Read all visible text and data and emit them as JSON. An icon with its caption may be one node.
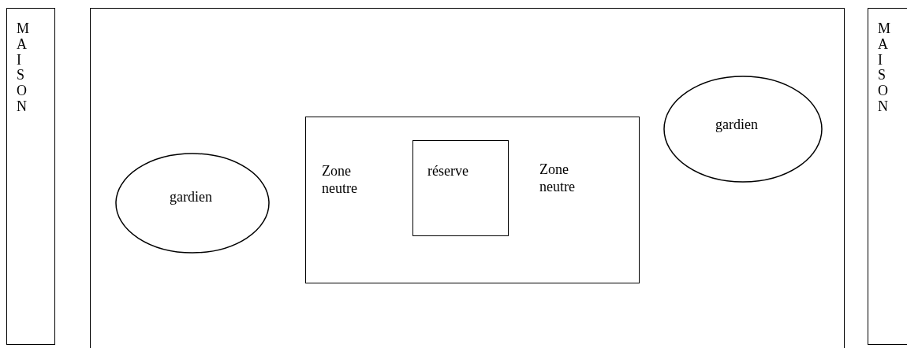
{
  "diagram": {
    "nodes": [
      {
        "text": [
          "MAISON"
        ]
      },
      {
        "text": [],
        "shape": "box"
      },
      {
        "text": [
          "gardien"
        ],
        "in": 1
      },
      {
        "text": [
          "Zone neutre",
          "Zone neutre"
        ],
        "in": 1
      },
      {
        "text": [
          "réserve"
        ],
        "in": 3
      },
      {
        "text": [
          "gardien"
        ],
        "in": 1
      },
      {
        "text": [
          "MAISON"
        ]
      }
    ]
  }
}
